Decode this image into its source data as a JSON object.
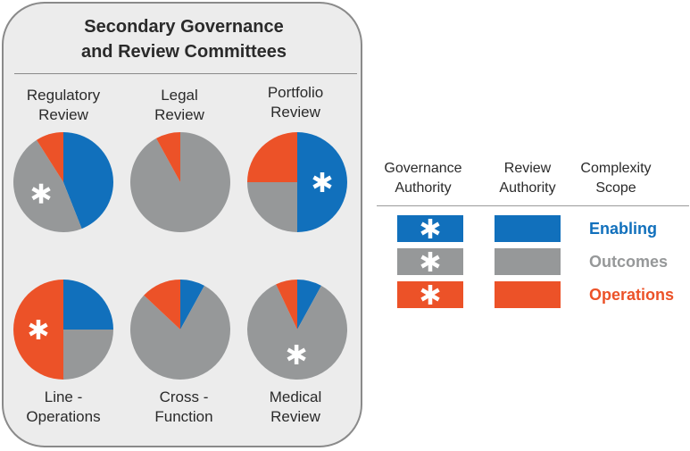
{
  "colors": {
    "enabling": "#1170bc",
    "outcomes": "#969899",
    "operations": "#ec5228"
  },
  "panel": {
    "title_line1": "Secondary Governance",
    "title_line2": "and Review Committees"
  },
  "committees": [
    {
      "label_line1": "Regulatory",
      "label_line2": "Review",
      "slices": [
        {
          "cat": "enabling",
          "pct": 44
        },
        {
          "cat": "outcomes",
          "pct": 47
        },
        {
          "cat": "operations",
          "pct": 9
        }
      ],
      "star": "outcomes"
    },
    {
      "label_line1": "Legal",
      "label_line2": "Review",
      "slices": [
        {
          "cat": "outcomes",
          "pct": 92
        },
        {
          "cat": "operations",
          "pct": 8
        }
      ],
      "star": ""
    },
    {
      "label_line1": "Portfolio",
      "label_line2": "Review",
      "slices": [
        {
          "cat": "enabling",
          "pct": 50
        },
        {
          "cat": "outcomes",
          "pct": 25
        },
        {
          "cat": "operations",
          "pct": 25
        }
      ],
      "star": "enabling"
    },
    {
      "label_line1": "Line  -",
      "label_line2": "Operations",
      "slices": [
        {
          "cat": "enabling",
          "pct": 25
        },
        {
          "cat": "outcomes",
          "pct": 25
        },
        {
          "cat": "operations",
          "pct": 50
        }
      ],
      "star": "operations"
    },
    {
      "label_line1": "Cross -",
      "label_line2": "Function",
      "slices": [
        {
          "cat": "enabling",
          "pct": 8
        },
        {
          "cat": "outcomes",
          "pct": 79
        },
        {
          "cat": "operations",
          "pct": 13
        }
      ],
      "star": ""
    },
    {
      "label_line1": "Medical",
      "label_line2": "Review",
      "slices": [
        {
          "cat": "enabling",
          "pct": 8
        },
        {
          "cat": "outcomes",
          "pct": 85
        },
        {
          "cat": "operations",
          "pct": 7
        }
      ],
      "star": "outcomes"
    }
  ],
  "legend": {
    "headers": {
      "governance_line1": "Governance",
      "governance_line2": "Authority",
      "review_line1": "Review",
      "review_line2": "Authority",
      "scope_line1": "Complexity",
      "scope_line2": "Scope"
    },
    "rows": [
      {
        "cat": "enabling",
        "label": "Enabling"
      },
      {
        "cat": "outcomes",
        "label": "Outcomes"
      },
      {
        "cat": "operations",
        "label": "Operations"
      }
    ]
  }
}
